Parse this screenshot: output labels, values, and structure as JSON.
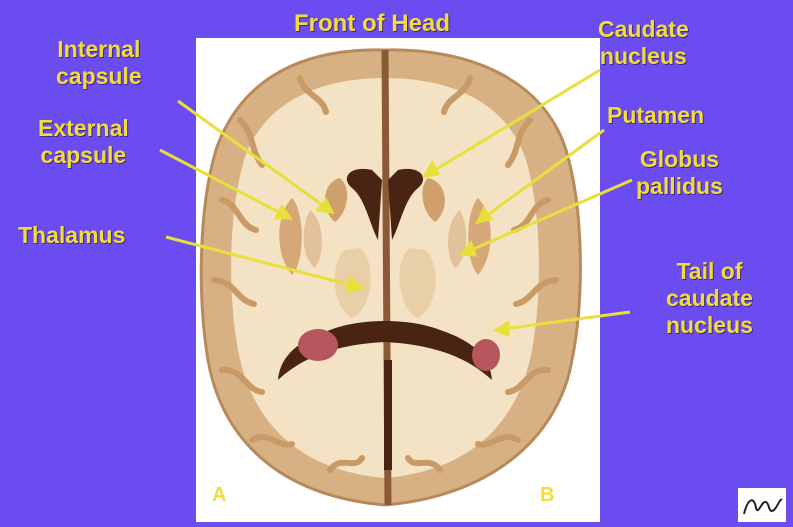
{
  "title": "Front of Head",
  "labels": {
    "internal_capsule": [
      "Internal",
      "capsule"
    ],
    "external_capsule": [
      "External",
      "capsule"
    ],
    "thalamus": "Thalamus",
    "caudate_nucleus": [
      "Caudate",
      "nucleus"
    ],
    "putamen": "Putamen",
    "globus_pallidus": [
      "Globus",
      "pallidus"
    ],
    "tail_caudate": [
      "Tail of",
      "caudate",
      "nucleus"
    ]
  },
  "corner_left": "A",
  "corner_right": "B",
  "colors": {
    "background": "#6b4cf0",
    "label_text": "#f2dc3a",
    "pointer": "#e8e03a",
    "white_matter": "#f4e2c4",
    "gray_matter": "#d7b184",
    "ventricle_dark": "#4a2412",
    "choroid": "#b5565c"
  },
  "signature": "artist-signature"
}
